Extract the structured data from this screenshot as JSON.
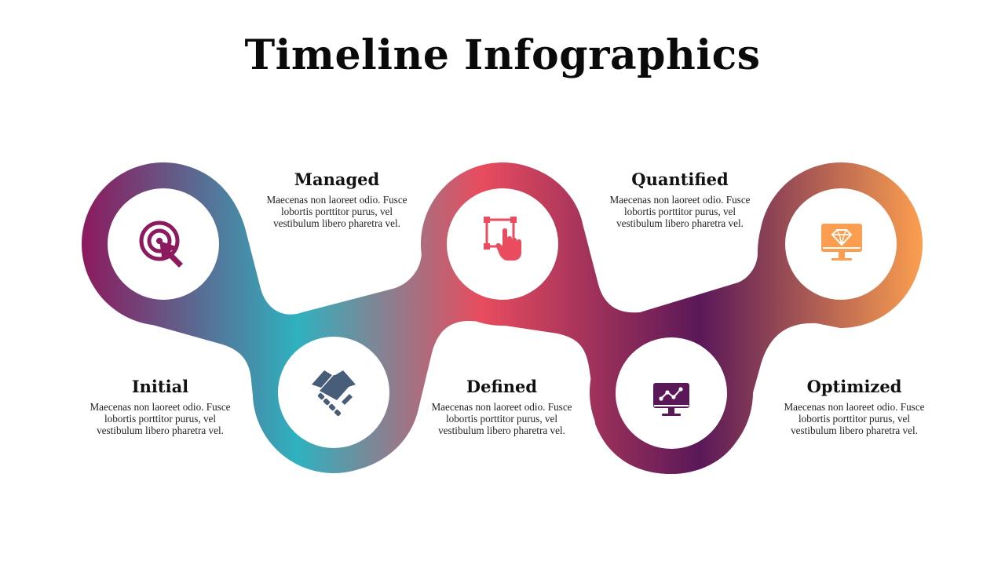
{
  "title": "Timeline Infographics",
  "gradient_colors": [
    "#8c1a5e",
    "#2fb1bf",
    "#e84c5e",
    "#5a1858",
    "#fb9e4f"
  ],
  "steps": [
    {
      "title": "Initial",
      "desc": "Maecenas non laoreet odio. Fusce lobortis porttitor purus, vel vestibulum libero pharetra vel.",
      "icon": "cursor-click-icon",
      "color": "#8c1a5e"
    },
    {
      "title": "Managed",
      "desc": "Maecenas non laoreet odio. Fusce lobortis porttitor purus, vel vestibulum libero pharetra vel.",
      "icon": "handshake-icon",
      "color": "#475d7a"
    },
    {
      "title": "Defined",
      "desc": "Maecenas non laoreet odio. Fusce lobortis porttitor purus, vel vestibulum libero pharetra vel.",
      "icon": "select-hand-icon",
      "color": "#e84c5e"
    },
    {
      "title": "Quantified",
      "desc": "Maecenas non laoreet odio. Fusce lobortis porttitor purus, vel vestibulum libero pharetra vel.",
      "icon": "monitor-chart-icon",
      "color": "#5a1858"
    },
    {
      "title": "Optimized",
      "desc": "Maecenas non laoreet odio. Fusce lobortis porttitor purus, vel vestibulum libero pharetra vel.",
      "icon": "monitor-diamond-icon",
      "color": "#fb9e4f"
    }
  ]
}
